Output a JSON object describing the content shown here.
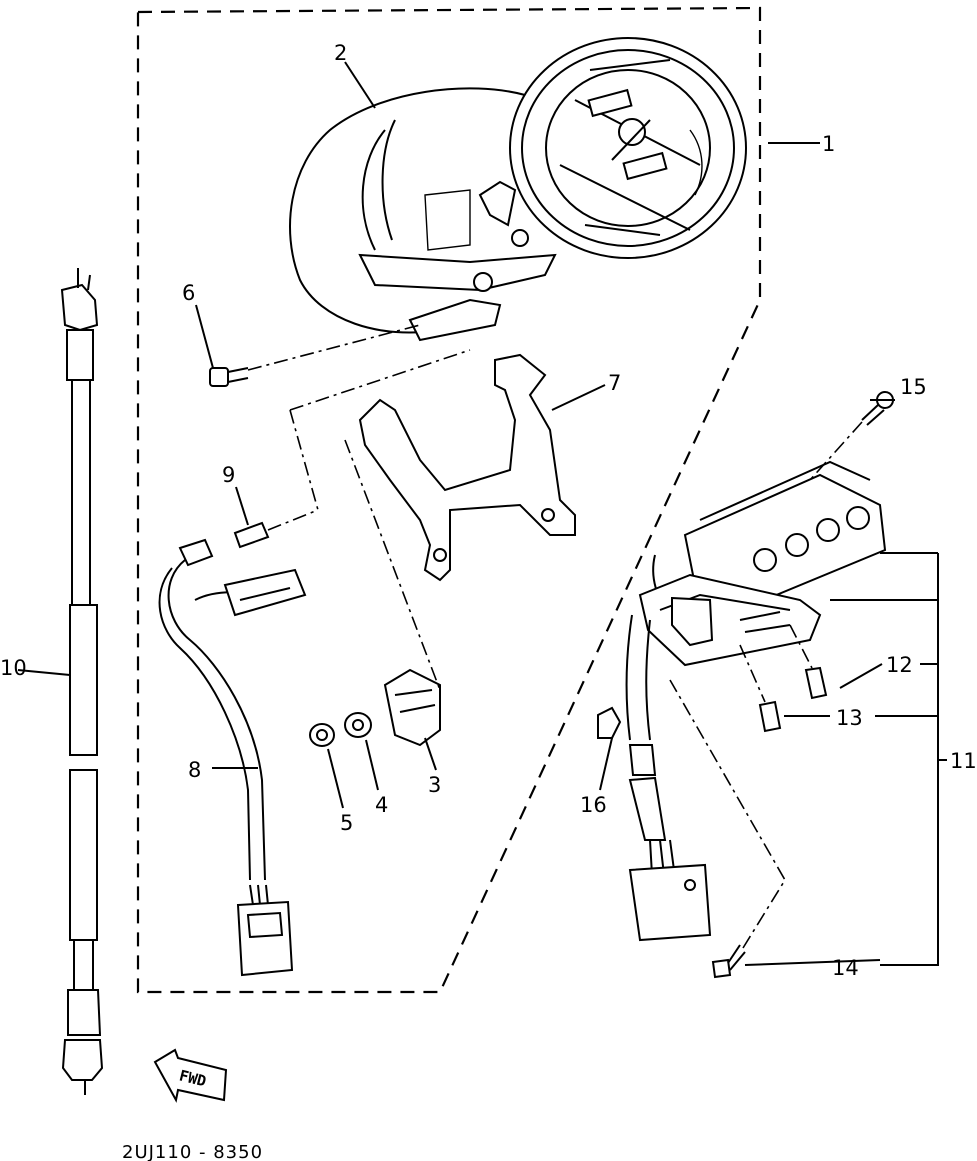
{
  "part_labels": [
    {
      "id": "p1",
      "text": "1"
    },
    {
      "id": "p2",
      "text": "2"
    },
    {
      "id": "p3",
      "text": "3"
    },
    {
      "id": "p4",
      "text": "4"
    },
    {
      "id": "p5",
      "text": "5"
    },
    {
      "id": "p6",
      "text": "6"
    },
    {
      "id": "p7",
      "text": "7"
    },
    {
      "id": "p8",
      "text": "8"
    },
    {
      "id": "p9",
      "text": "9"
    },
    {
      "id": "p10",
      "text": "10"
    },
    {
      "id": "p11",
      "text": "11"
    },
    {
      "id": "p12",
      "text": "12"
    },
    {
      "id": "p13",
      "text": "13"
    },
    {
      "id": "p14",
      "text": "14"
    },
    {
      "id": "p15",
      "text": "15"
    },
    {
      "id": "p16",
      "text": "16"
    }
  ],
  "fwd_arrow_text": "FWD",
  "drawing_code": "2UJ110 - 8350"
}
